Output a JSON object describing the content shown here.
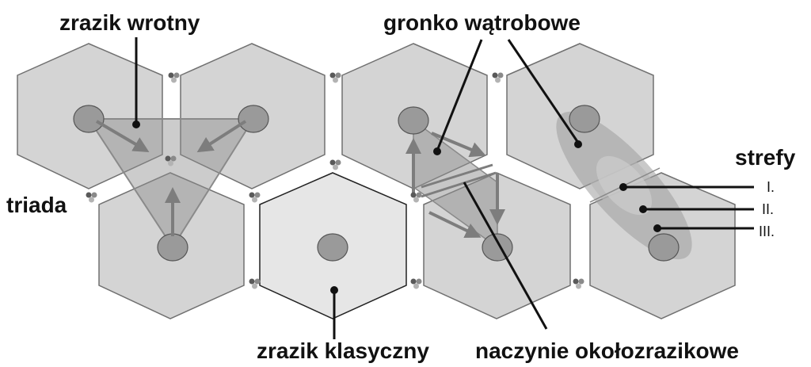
{
  "labels": {
    "portal_lobule": "zrazik wrotny",
    "hepatic_acinus": "gronko wątrobowe",
    "triad": "triada",
    "classic_lobule": "zrazik klasyczny",
    "perilobular_vessel": "naczynie okołozrazikowe",
    "zones_title": "strefy",
    "zone_1": "I.",
    "zone_2": "II.",
    "zone_3": "III."
  },
  "colors": {
    "hex_fill": "#d4d4d4",
    "hex_fill_light": "#e6e6e6",
    "hex_stroke": "#707070",
    "vein_fill": "#9a9a9a",
    "overlay": "#8f8f8f",
    "arrow": "#7d7d7d",
    "leader": "#111111",
    "triad_dot_1": "#5a5a5a",
    "triad_dot_2": "#8a8a8a",
    "triad_dot_3": "#b3b3b3"
  }
}
